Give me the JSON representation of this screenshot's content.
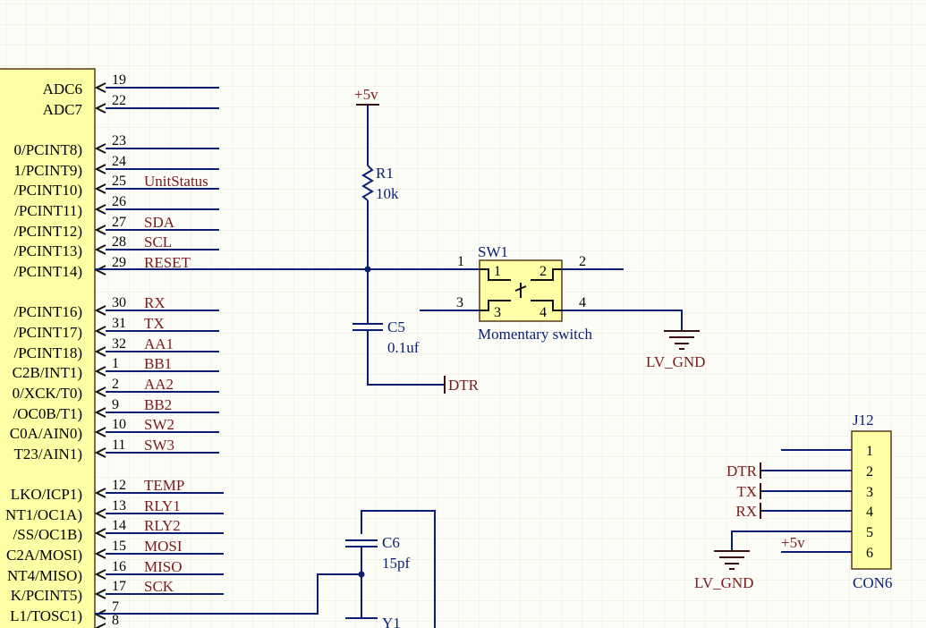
{
  "mcu": {
    "pin_rows": [
      {
        "label": "ADC6",
        "num": "19",
        "net": ""
      },
      {
        "label": "ADC7",
        "num": "22",
        "net": ""
      },
      {
        "label": "0/PCINT8)",
        "num": "23",
        "net": ""
      },
      {
        "label": "1/PCINT9)",
        "num": "24",
        "net": ""
      },
      {
        "label": "/PCINT10)",
        "num": "25",
        "net": "UnitStatus"
      },
      {
        "label": "/PCINT11)",
        "num": "26",
        "net": ""
      },
      {
        "label": "/PCINT12)",
        "num": "27",
        "net": "SDA"
      },
      {
        "label": "/PCINT13)",
        "num": "28",
        "net": "SCL"
      },
      {
        "label": "/PCINT14)",
        "num": "29",
        "net": "RESET"
      },
      {
        "label": "/PCINT16)",
        "num": "30",
        "net": "RX"
      },
      {
        "label": "/PCINT17)",
        "num": "31",
        "net": "TX"
      },
      {
        "label": "/PCINT18)",
        "num": "32",
        "net": "AA1"
      },
      {
        "label": "C2B/INT1)",
        "num": "1",
        "net": "BB1"
      },
      {
        "label": "0/XCK/T0)",
        "num": "2",
        "net": "AA2"
      },
      {
        "label": "/OC0B/T1)",
        "num": "9",
        "net": "BB2"
      },
      {
        "label": "C0A/AIN0)",
        "num": "10",
        "net": "SW2"
      },
      {
        "label": "T23/AIN1)",
        "num": "11",
        "net": "SW3"
      },
      {
        "label": "LKO/ICP1)",
        "num": "12",
        "net": "TEMP"
      },
      {
        "label": "NT1/OC1A)",
        "num": "13",
        "net": "RLY1"
      },
      {
        "label": "/SS/OC1B)",
        "num": "14",
        "net": "RLY2"
      },
      {
        "label": "C2A/MOSI)",
        "num": "15",
        "net": "MOSI"
      },
      {
        "label": "NT4/MISO)",
        "num": "16",
        "net": "MISO"
      },
      {
        "label": "K/PCINT5)",
        "num": "17",
        "net": "SCK"
      },
      {
        "label": "L1/TOSC1)",
        "num": "7",
        "net": ""
      },
      {
        "label": "",
        "num": "8",
        "net": ""
      }
    ]
  },
  "r1": {
    "ref": "R1",
    "value": "10k"
  },
  "vcc_top": "+5v",
  "c5": {
    "ref": "C5",
    "value": "0.1uf"
  },
  "dtr_port": "DTR",
  "sw1": {
    "ref": "SW1",
    "desc": "Momentary switch",
    "pin1": "1",
    "pin2": "2",
    "pin3": "3",
    "pin4": "4",
    "inner1": "1",
    "inner2": "2",
    "inner3": "3",
    "inner4": "4"
  },
  "gnd_sw": "LV_GND",
  "c6": {
    "ref": "C6",
    "value": "15pf"
  },
  "y1": {
    "ref": "Y1"
  },
  "j12": {
    "ref": "J12",
    "type": "CON6",
    "pins": [
      "1",
      "2",
      "3",
      "4",
      "5",
      "6"
    ],
    "nets": [
      "",
      "DTR",
      "TX",
      "RX",
      "",
      "+5v"
    ],
    "gnd": "LV_GND"
  },
  "colors": {
    "wire": "#0a1f73",
    "net_label": "#7a1a1a",
    "component_fill": "#ffffa6",
    "grid": "#e9e9e0"
  }
}
